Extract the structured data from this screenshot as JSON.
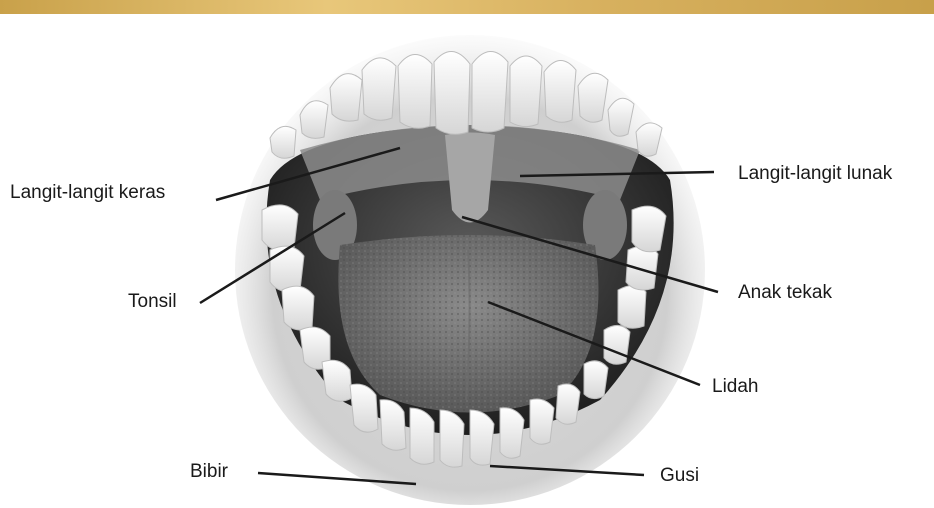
{
  "labels": {
    "hard_palate": "Langit-langit keras",
    "soft_palate": "Langit-langit lunak",
    "tonsil": "Tonsil",
    "uvula": "Anak tekak",
    "tongue": "Lidah",
    "lip": "Bibir",
    "gum": "Gusi"
  },
  "colors": {
    "band": "#d7b05e",
    "leader_line": "#1a1a1a",
    "tooth": "#f2f2f2",
    "mouth_shadow": "#2a2a2a",
    "tongue": "#7d7d7d"
  }
}
